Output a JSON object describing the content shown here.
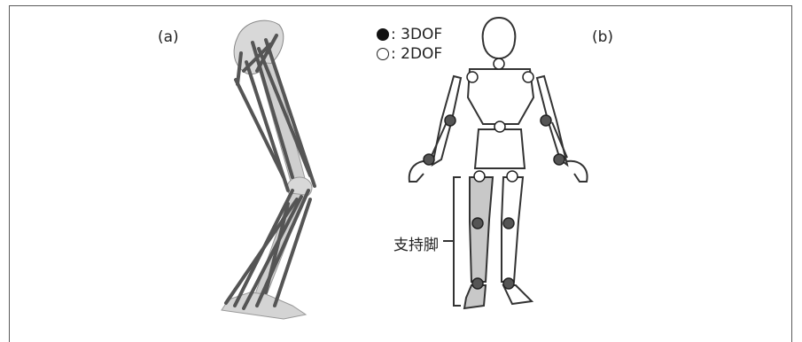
{
  "panels": {
    "a_label": "(a)",
    "b_label": "(b)"
  },
  "legend": {
    "filled": {
      "marker": "●",
      "text": ": 3DOF"
    },
    "open": {
      "marker": "○",
      "text": ": 2DOF"
    }
  },
  "support_leg_label": "支持脚",
  "colors": {
    "bone": "#d8d8d8",
    "muscle": "#555555",
    "joint_3dof": "#555555",
    "joint_2dof": "#ffffff",
    "support_leg_fill": "#c8c8c8",
    "outline": "#333333"
  }
}
